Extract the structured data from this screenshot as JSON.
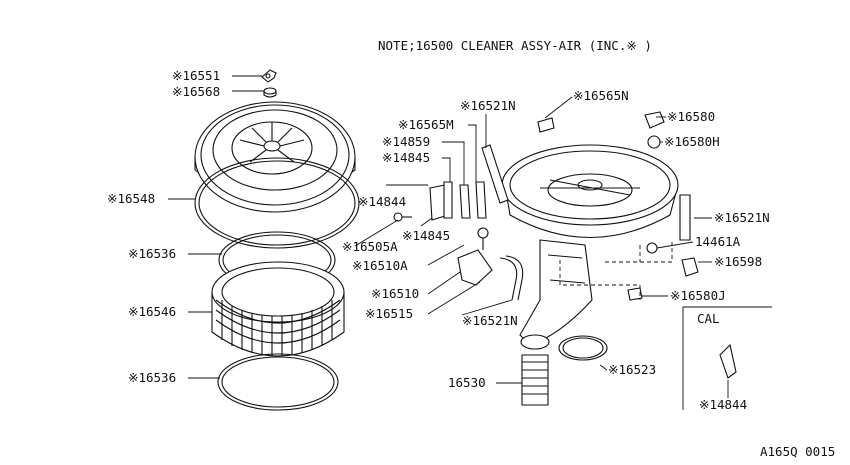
{
  "note": "NOTE;16500 CLEANER ASSY-AIR (INC.※ )",
  "inset_title": "CAL",
  "code": "A165Q 0015",
  "labels": {
    "p16551": "※16551",
    "p16568": "※16568",
    "p16548": "※16548",
    "p16536a": "※16536",
    "p16546": "※16546",
    "p16536b": "※16536",
    "p16521n_top": "※16521N",
    "p16565n": "※16565N",
    "p16580": "※16580",
    "p16580h": "※16580H",
    "p16565m": "※16565M",
    "p14859": "※14859",
    "p14845a": "※14845",
    "p14844": "※14844",
    "p14845b": "※14845",
    "p16505a": "※16505A",
    "p16510a": "※16510A",
    "p16510": "※16510",
    "p16515": "※16515",
    "p16521n_mid": "※16521N",
    "p16521n_right": "※16521N",
    "p14461a": "14461A",
    "p16598": "※16598",
    "p16580j": "※16580J",
    "p16523": "※16523",
    "p16530": "16530",
    "p14844_cal": "※14844"
  }
}
